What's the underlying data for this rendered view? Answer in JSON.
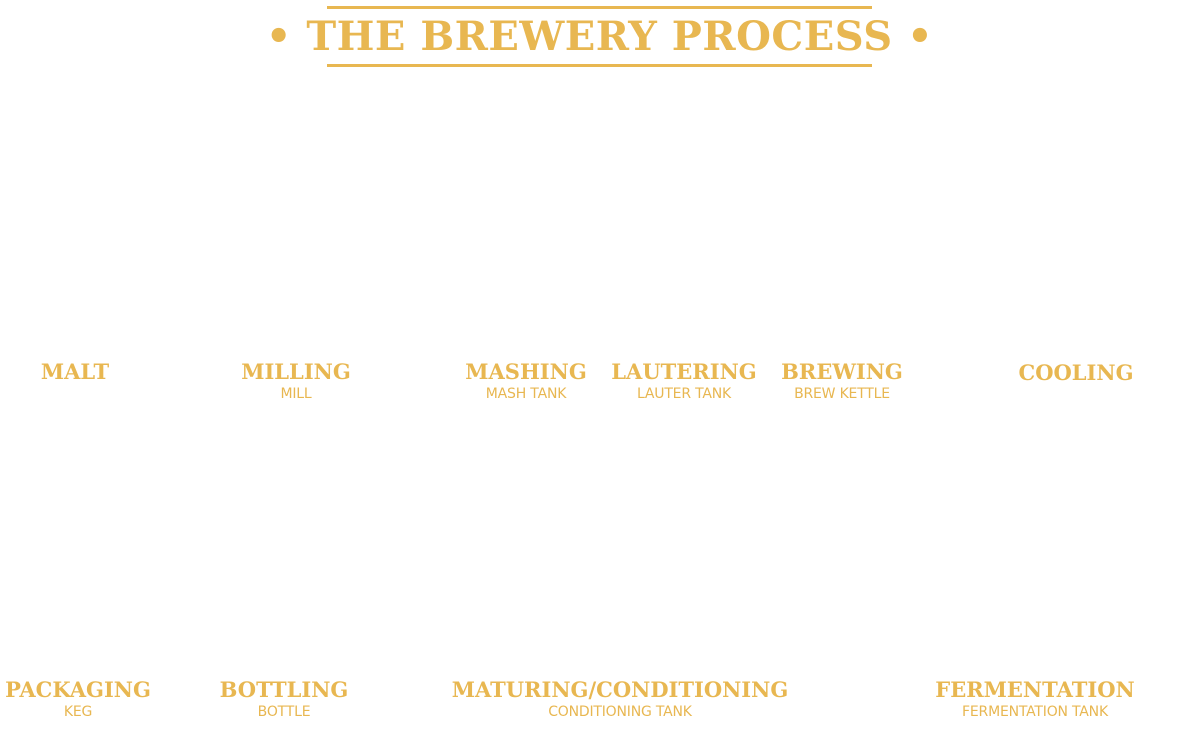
{
  "title": "• THE BREWERY PROCESS •",
  "steps": [
    {
      "name": "MALT",
      "equipment": ""
    },
    {
      "name": "MILLING",
      "equipment": "MILL"
    },
    {
      "name": "MASHING",
      "equipment": "MASH TANK"
    },
    {
      "name": "LAUTERING",
      "equipment": "LAUTER TANK"
    },
    {
      "name": "BREWING",
      "equipment": "BREW KETTLE"
    },
    {
      "name": "COOLING",
      "equipment": ""
    },
    {
      "name": "PACKAGING",
      "equipment": "KEG"
    },
    {
      "name": "BOTTLING",
      "equipment": "BOTTLE"
    },
    {
      "name": "MATURING/CONDITIONING",
      "equipment": "CONDITIONING TANK"
    },
    {
      "name": "FERMENTATION",
      "equipment": "FERMENTATION TANK"
    }
  ],
  "colors": {
    "accent": "#e8b751",
    "background": "#ffffff"
  }
}
